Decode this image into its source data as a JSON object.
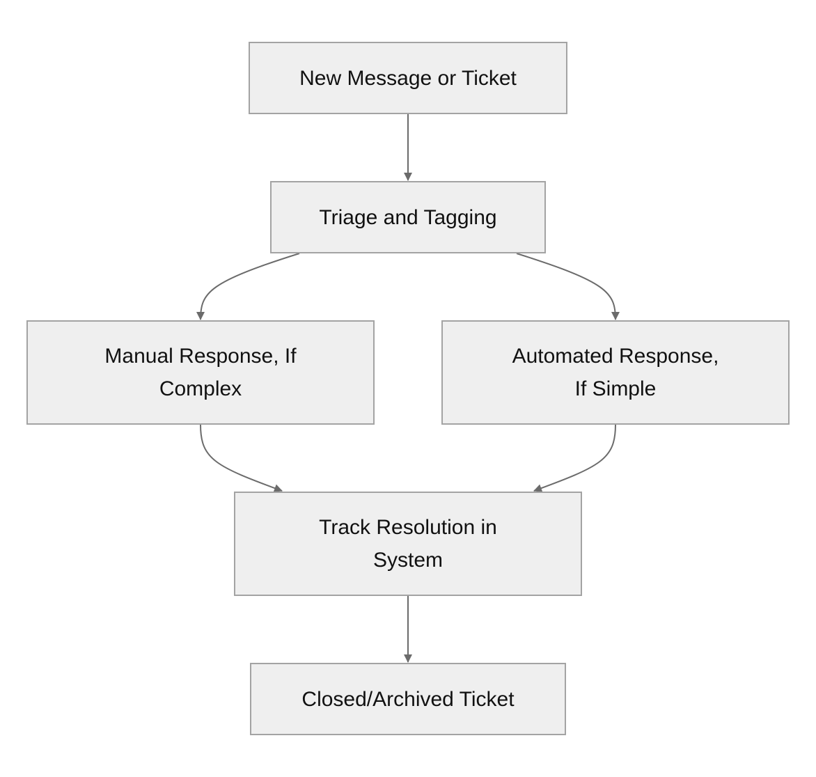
{
  "diagram": {
    "nodes": {
      "new_message": "New Message or Ticket",
      "triage": "Triage and Tagging",
      "manual": "Manual Response, If Complex",
      "automated": "Automated Response, If Simple",
      "track": "Track Resolution in System",
      "closed": "Closed/Archived Ticket"
    },
    "edges": [
      {
        "from": "new_message",
        "to": "triage"
      },
      {
        "from": "triage",
        "to": "manual"
      },
      {
        "from": "triage",
        "to": "automated"
      },
      {
        "from": "manual",
        "to": "track"
      },
      {
        "from": "automated",
        "to": "track"
      },
      {
        "from": "track",
        "to": "closed"
      }
    ],
    "colors": {
      "node_fill": "#efefef",
      "node_border": "#a3a3a3",
      "edge": "#6b6b6b",
      "text": "#111111"
    }
  }
}
